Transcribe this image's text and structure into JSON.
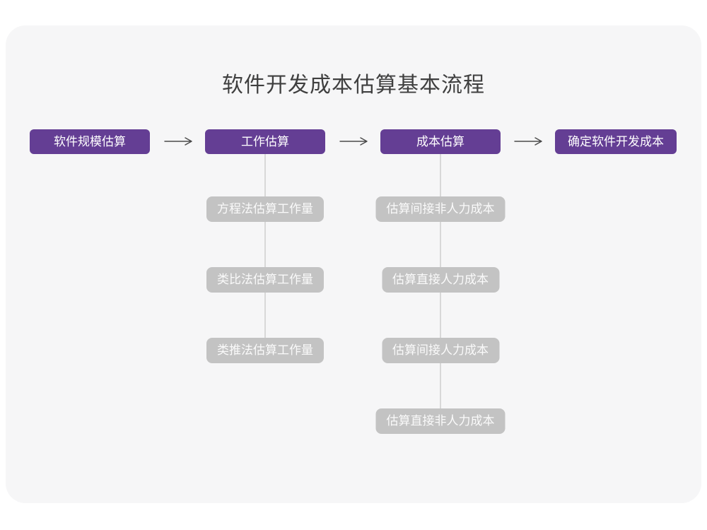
{
  "title": "软件开发成本估算基本流程",
  "flow": {
    "main": [
      {
        "label": "软件规模估算"
      },
      {
        "label": "工作估算"
      },
      {
        "label": "成本估算"
      },
      {
        "label": "确定软件开发成本"
      }
    ],
    "work_methods": [
      "方程法估算工作量",
      "类比法估算工作量",
      "类推法估算工作量"
    ],
    "cost_methods": [
      "估算间接非人力成本",
      "估算直接人力成本",
      "估算间接人力成本",
      "估算直接非人力成本"
    ]
  },
  "colors": {
    "main_node_purple": "#643E94",
    "sub_node_gray": "#C3C3C3",
    "canvas_background": "#F6F6F7",
    "outer_background": "#FFFFFF",
    "title_text": "#3F3F3F",
    "arrow": "#4A4A4A",
    "connector_line": "#D8D8D8"
  }
}
